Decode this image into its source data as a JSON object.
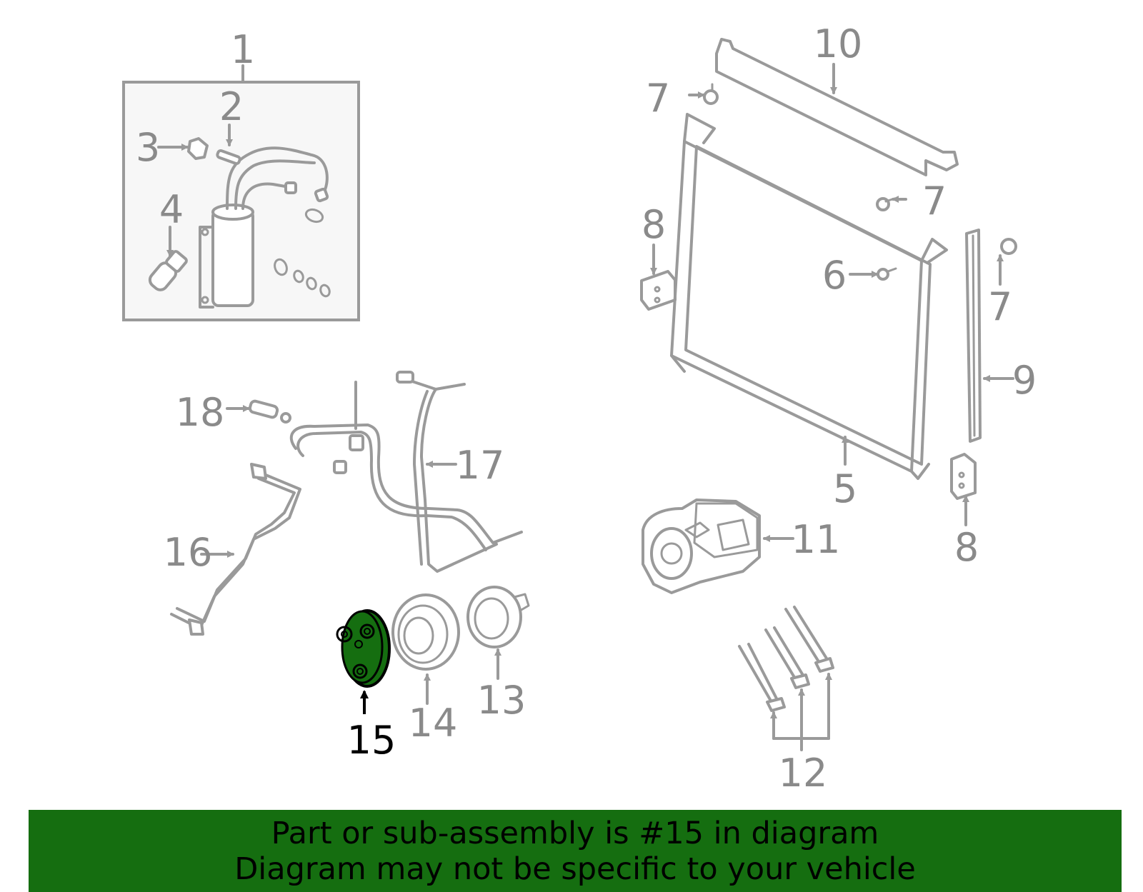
{
  "callouts": {
    "c1": "1",
    "c2": "2",
    "c3": "3",
    "c4": "4",
    "c5": "5",
    "c6": "6",
    "c7a": "7",
    "c7b": "7",
    "c7c": "7",
    "c8a": "8",
    "c8b": "8",
    "c9": "9",
    "c10": "10",
    "c11": "11",
    "c12": "12",
    "c13": "13",
    "c14": "14",
    "c15": "15",
    "c16": "16",
    "c17": "17",
    "c18": "18"
  },
  "highlighted_part": "15",
  "colors": {
    "highlight": "#156e10",
    "line": "#9a9a9a",
    "banner": "#156e10"
  },
  "banner": {
    "line1": "Part or sub-assembly is #15 in diagram",
    "line2": "Diagram may not be specific to your vehicle"
  }
}
